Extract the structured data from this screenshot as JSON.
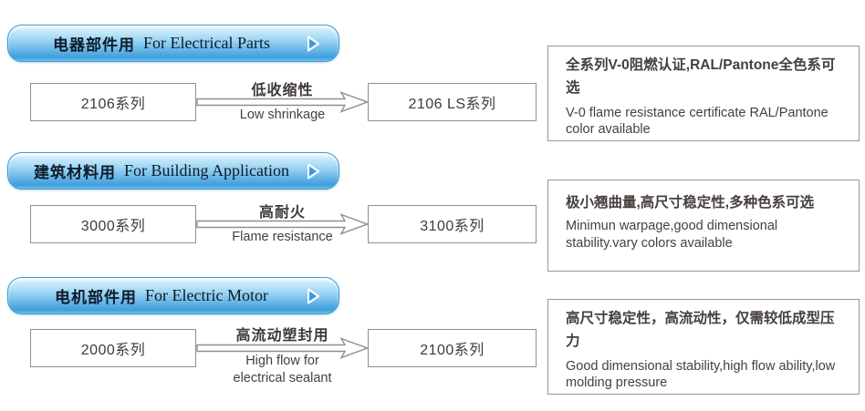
{
  "colors": {
    "pill_border": "#3e9bd6",
    "pill_gradient_top": "#f0fafe",
    "pill_gradient_bottom": "#3f9edd",
    "pill_text": "#0f1b2a",
    "box_border": "#8f8f8f",
    "note_border": "#979797",
    "text": "#453f3c",
    "arrow_stroke": "#8f8f8f",
    "background": "#ffffff"
  },
  "rows": [
    {
      "header": {
        "zh": "电器部件用",
        "en": "For Electrical Parts"
      },
      "source": "2106系列",
      "arrow": {
        "zh": "低收缩性",
        "en": "Low shrinkage"
      },
      "target": "2106 LS系列",
      "note": {
        "zh": "全系列V-0阻燃认证,RAL/Pantone全色系可选",
        "en": "V-0 flame resistance certificate RAL/Pantone color available"
      }
    },
    {
      "header": {
        "zh": "建筑材料用",
        "en": "For Building Application"
      },
      "source": "3000系列",
      "arrow": {
        "zh": "高耐火",
        "en": "Flame resistance"
      },
      "target": "3100系列",
      "note": {
        "zh": "极小翘曲量,高尺寸稳定性,多种色系可选",
        "en": "Minimun warpage,good dimensional stability.vary colors available"
      }
    },
    {
      "header": {
        "zh": "电机部件用",
        "en": "For Electric Motor"
      },
      "source": "2000系列",
      "arrow": {
        "zh": "高流动塑封用",
        "en": "High flow for\nelectrical sealant"
      },
      "target": "2100系列",
      "note": {
        "zh": "高尺寸稳定性，高流动性，仅需较低成型压力",
        "en": "Good dimensional stability,high flow ability,low molding pressure"
      }
    }
  ]
}
